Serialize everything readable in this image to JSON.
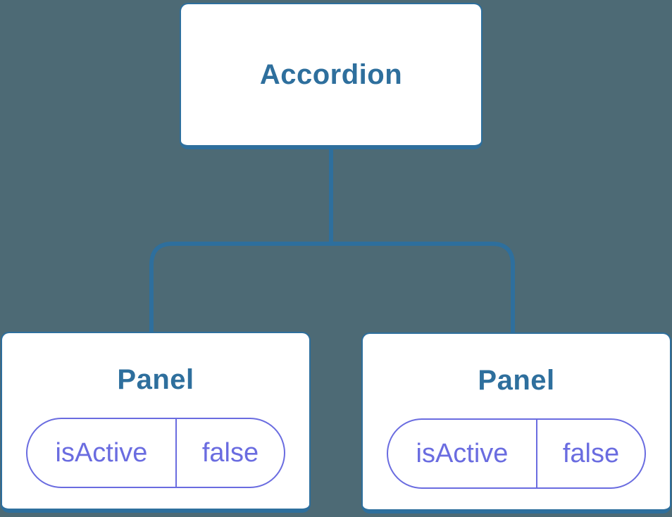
{
  "diagram": {
    "description": "React component tree diagram",
    "root": {
      "label": "Accordion"
    },
    "children": [
      {
        "label": "Panel",
        "state": {
          "key": "isActive",
          "value": "false"
        }
      },
      {
        "label": "Panel",
        "state": {
          "key": "isActive",
          "value": "false"
        }
      }
    ]
  },
  "colors": {
    "background": "#4D6A75",
    "connector_line": "#2E6F9D",
    "card_border": "#2E6F9D",
    "card_background": "#ffffff",
    "title_text": "#2E6F9D",
    "state_pill": "#6A6CE0"
  }
}
